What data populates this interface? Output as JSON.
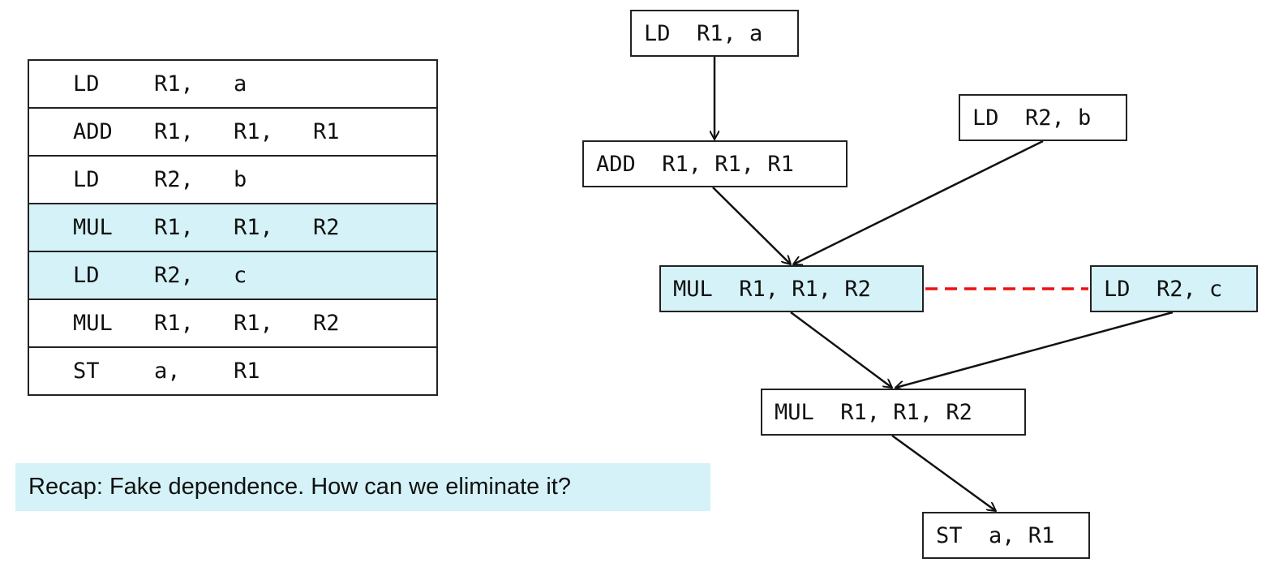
{
  "instructions": [
    {
      "op": "LD",
      "a1": "R1,",
      "a2": "a",
      "a3": "",
      "highlighted": false
    },
    {
      "op": "ADD",
      "a1": "R1,",
      "a2": "R1,",
      "a3": "R1",
      "highlighted": false
    },
    {
      "op": "LD",
      "a1": "R2,",
      "a2": "b",
      "a3": "",
      "highlighted": false
    },
    {
      "op": "MUL",
      "a1": "R1,",
      "a2": "R1,",
      "a3": "R2",
      "highlighted": true
    },
    {
      "op": "LD",
      "a1": "R2,",
      "a2": "c",
      "a3": "",
      "highlighted": true
    },
    {
      "op": "MUL",
      "a1": "R1,",
      "a2": "R1,",
      "a3": "R2",
      "highlighted": false
    },
    {
      "op": "ST",
      "a1": "a,",
      "a2": "R1",
      "a3": "",
      "highlighted": false
    }
  ],
  "caption": "Recap: Fake dependence. How can we eliminate it?",
  "dag": {
    "nodes": {
      "ld_a": "LD  R1, a",
      "add": "ADD  R1, R1, R1",
      "ld_b": "LD  R2, b",
      "mul1": "MUL  R1, R1, R2",
      "ld_c": "LD  R2, c",
      "mul2": "MUL  R1, R1, R2",
      "st": "ST  a, R1"
    },
    "highlighted_nodes": [
      "mul1",
      "ld_c"
    ],
    "edges": [
      {
        "from": "ld_a",
        "to": "add",
        "kind": "dependence"
      },
      {
        "from": "add",
        "to": "mul1",
        "kind": "dependence"
      },
      {
        "from": "ld_b",
        "to": "mul1",
        "kind": "dependence"
      },
      {
        "from": "mul1",
        "to": "mul2",
        "kind": "dependence"
      },
      {
        "from": "ld_c",
        "to": "mul2",
        "kind": "dependence"
      },
      {
        "from": "mul2",
        "to": "st",
        "kind": "dependence"
      },
      {
        "from": "mul1",
        "to": "ld_c",
        "kind": "fake-dependence"
      }
    ]
  },
  "colors": {
    "highlight": "#d4f2f7",
    "edge": "#111111",
    "fake_edge": "#ee1111"
  }
}
